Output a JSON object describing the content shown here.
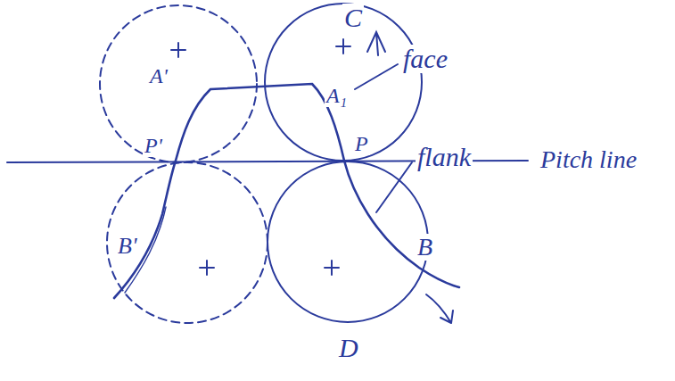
{
  "diagram": {
    "labels": [
      "C",
      "A'",
      "A₁",
      "face",
      "P'",
      "P",
      "Pitch line",
      "flank",
      "B'",
      "B",
      "D"
    ]
  }
}
